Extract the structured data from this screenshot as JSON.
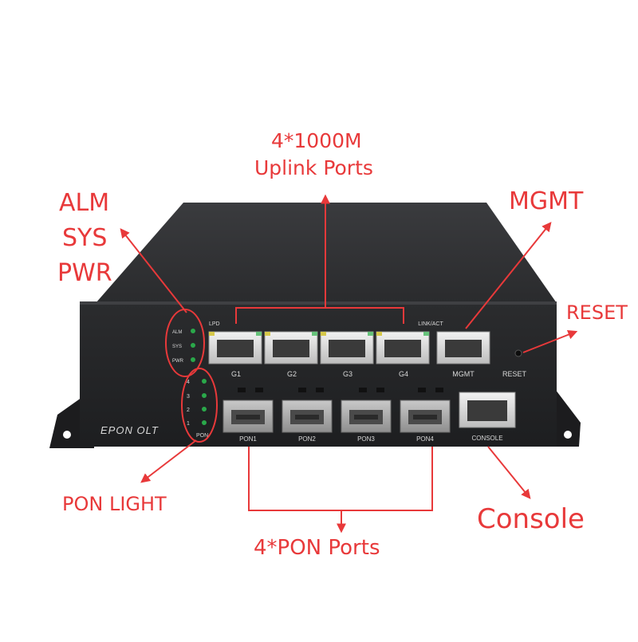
{
  "device": {
    "brand_label": "EPON OLT",
    "uplink_ports": [
      "G1",
      "G2",
      "G3",
      "G4"
    ],
    "mgmt_port": "MGMT",
    "reset_label": "RESET",
    "pon_ports": [
      "PON1",
      "PON2",
      "PON3",
      "PON4"
    ],
    "console_port": "CONSOLE",
    "led_labels": [
      "ALM",
      "SYS",
      "PWR"
    ],
    "pon_led_numbers": [
      "4",
      "3",
      "2",
      "1"
    ],
    "pon_led_title": "PON",
    "lpd_label": "LPD",
    "link_act_label": "LINK/ACT",
    "led_color": "#2aa84a"
  },
  "annotations": {
    "uplink_line1": "4*1000M",
    "uplink_line2": "Uplink Ports",
    "alm": "ALM",
    "sys": "SYS",
    "pwr": "PWR",
    "mgmt": "MGMT",
    "reset": "RESET",
    "pon_light": "PON LIGHT",
    "pon_ports": "4*PON Ports",
    "console": "Console",
    "color": "#e8393a"
  }
}
